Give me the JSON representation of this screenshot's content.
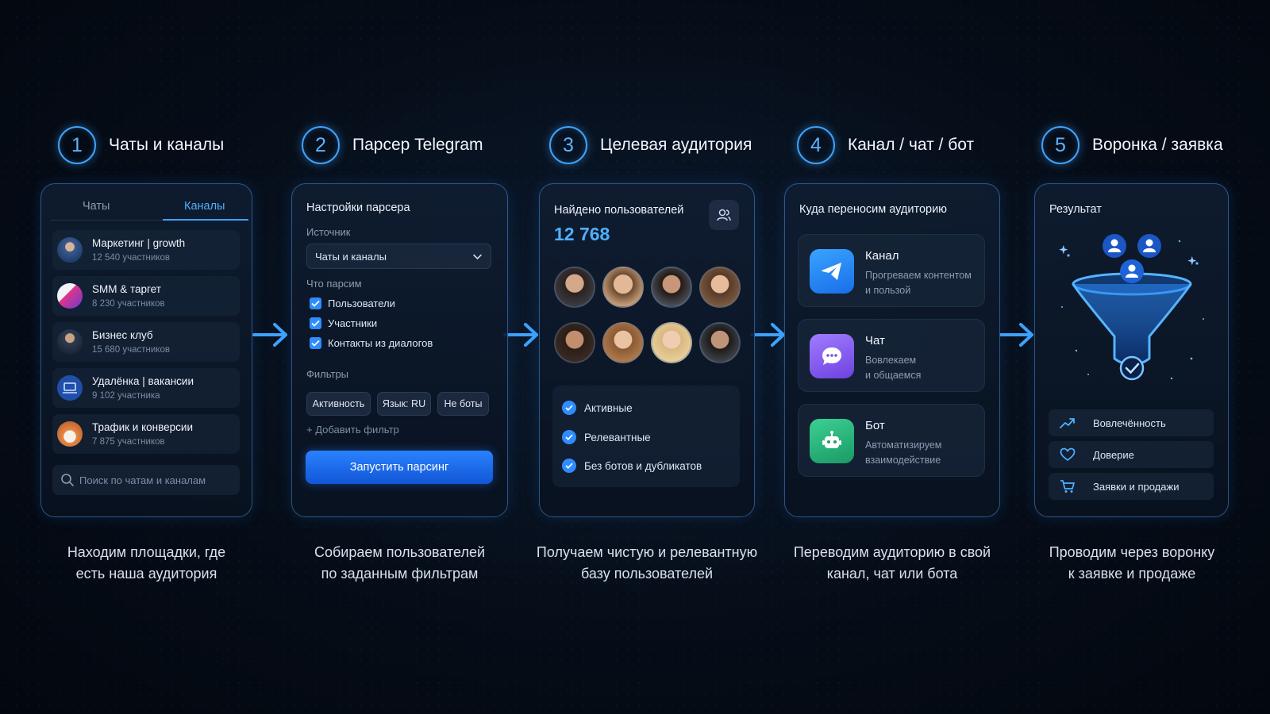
{
  "steps": [
    {
      "num": "1",
      "title": "Чаты и каналы",
      "caption_l1": "Находим площадки, где",
      "caption_l2": "есть наша аудитория"
    },
    {
      "num": "2",
      "title": "Парсер Telegram",
      "caption_l1": "Собираем пользователей",
      "caption_l2": "по заданным фильтрам"
    },
    {
      "num": "3",
      "title": "Целевая аудитория",
      "caption_l1": "Получаем чистую и релевантную",
      "caption_l2": "базу пользователей"
    },
    {
      "num": "4",
      "title": "Канал / чат / бот",
      "caption_l1": "Переводим аудиторию в свой",
      "caption_l2": "канал, чат или бота"
    },
    {
      "num": "5",
      "title": "Воронка / заявка",
      "caption_l1": "Проводим через воронку",
      "caption_l2": "к заявке и продаже"
    }
  ],
  "card1": {
    "tabs": [
      "Чаты",
      "Каналы"
    ],
    "active_tab": "Каналы",
    "items": [
      {
        "name": "Маркетинг | growth",
        "members": "12 540 участников"
      },
      {
        "name": "SMM & таргет",
        "members": "8 230 участников"
      },
      {
        "name": "Бизнес клуб",
        "members": "15 680 участников"
      },
      {
        "name": "Удалёнка | вакансии",
        "members": "9 102 участника"
      },
      {
        "name": "Трафик и конверсии",
        "members": "7 875 участников"
      }
    ],
    "search_placeholder": "Поиск по чатам и каналам"
  },
  "card2": {
    "title": "Настройки парсера",
    "source_label": "Источник",
    "source_value": "Чаты и каналы",
    "what_label": "Что парсим",
    "checks": [
      "Пользователи",
      "Участники",
      "Контакты из диалогов"
    ],
    "filters_label": "Фильтры",
    "chips": [
      "Активность",
      "Язык: RU",
      "Не боты"
    ],
    "add_filter": "+ Добавить фильтр",
    "run_button": "Запустить парсинг"
  },
  "card3": {
    "title": "Найдено пользователей",
    "count": "12 768",
    "checks": [
      "Активные",
      "Релевантные",
      "Без ботов и дубликатов"
    ]
  },
  "card4": {
    "title": "Куда переносим аудиторию",
    "dests": [
      {
        "title": "Канал",
        "desc_l1": "Прогреваем контентом",
        "desc_l2": "и пользой"
      },
      {
        "title": "Чат",
        "desc_l1": "Вовлекаем",
        "desc_l2": "и общаемся"
      },
      {
        "title": "Бот",
        "desc_l1": "Автоматизируем",
        "desc_l2": "взаимодействие"
      }
    ]
  },
  "card5": {
    "title": "Результат",
    "rows": [
      "Вовлечённость",
      "Доверие",
      "Заявки и продажи"
    ]
  },
  "colors": {
    "accent": "#3da3ff",
    "button": "#1f6ff0",
    "channel": "#2a8cff",
    "chat": "#8a5cf0",
    "bot": "#25b47a"
  }
}
